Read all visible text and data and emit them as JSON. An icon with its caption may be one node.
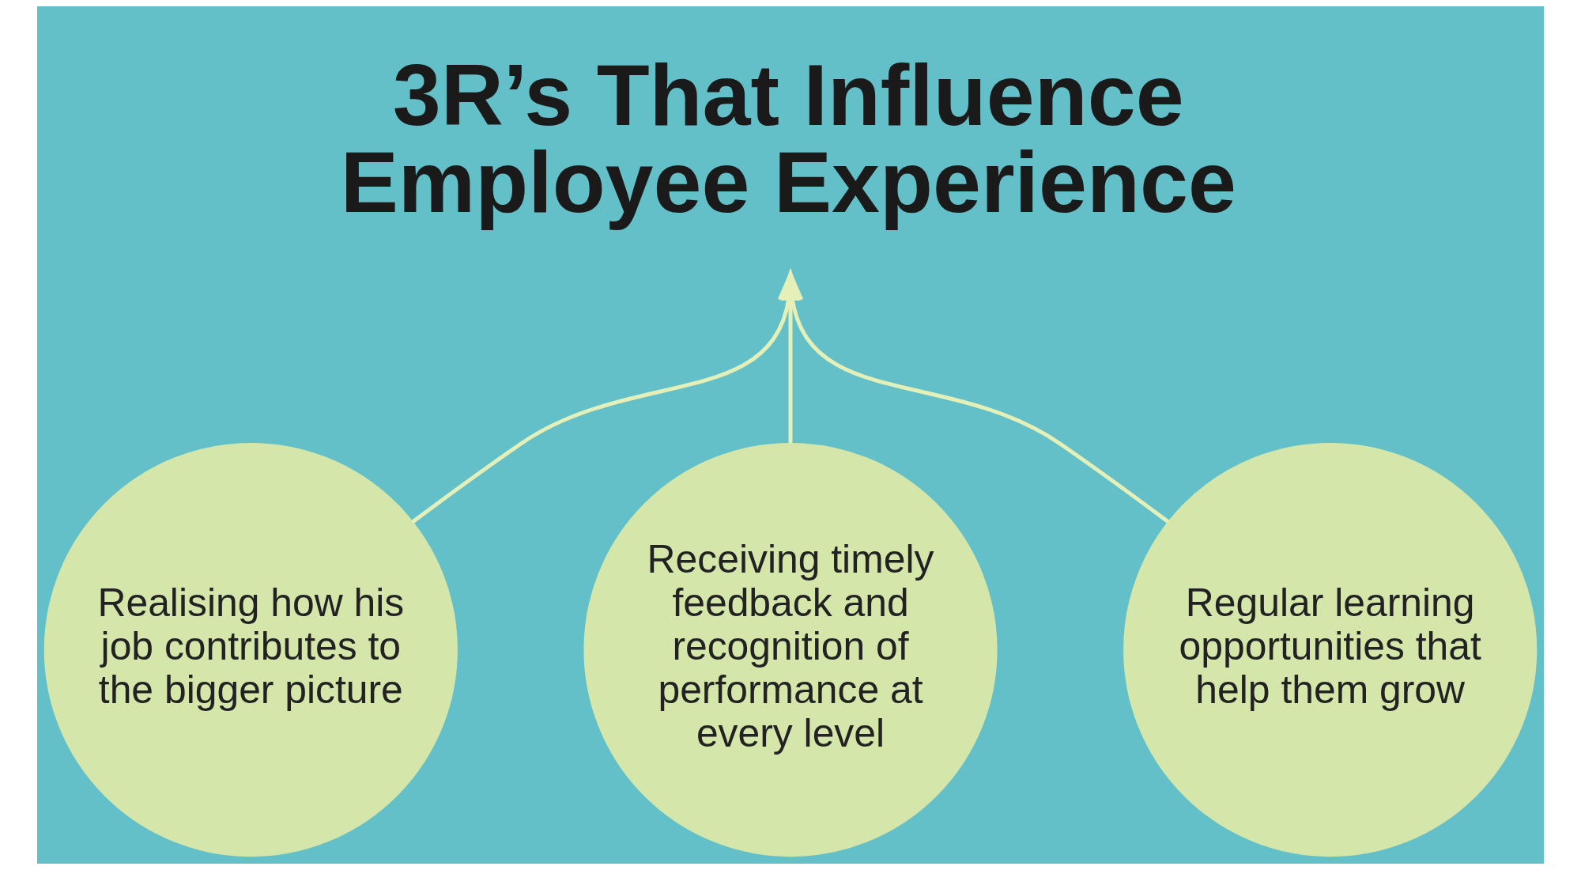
{
  "diagram": {
    "nodes": [
      {
        "text": [
          "3R’s That Influence Employee Experience"
        ]
      },
      {
        "text": [
          "Realising how his job contributes to the bigger picture"
        ]
      },
      {
        "text": [
          "Receiving timely feedback and recognition of performance at every level"
        ]
      },
      {
        "text": [
          "Regular learning opportunities that help them grow"
        ]
      }
    ],
    "edges": [
      {
        "from": 1,
        "to": 0,
        "arrow": "to"
      },
      {
        "from": 2,
        "to": 0,
        "arrow": "to"
      },
      {
        "from": 3,
        "to": 0,
        "arrow": "to"
      }
    ]
  }
}
